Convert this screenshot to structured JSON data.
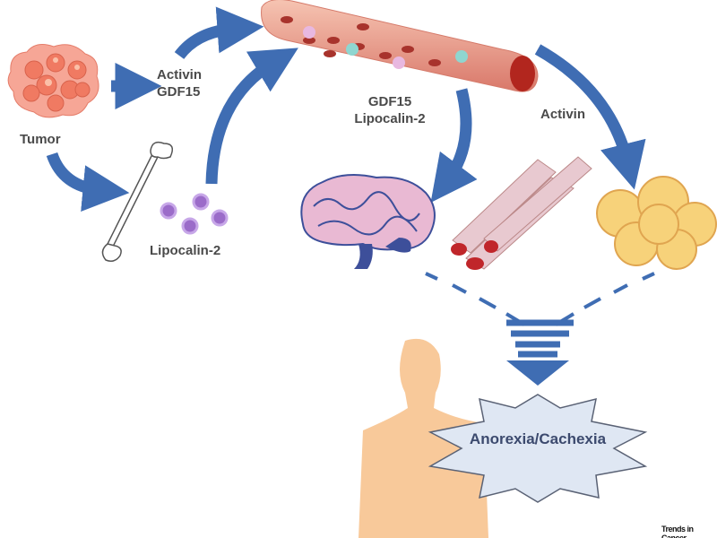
{
  "labels": {
    "tumor": "Tumor",
    "activin_gdf15": [
      "Activin",
      "GDF15"
    ],
    "lipocalin_bone": "Lipocalin-2",
    "gdf15_lipocalin": [
      "GDF15",
      "Lipocalin-2"
    ],
    "activin_right": "Activin",
    "outcome": "Anorexia/Cachexia",
    "journal": "Trends in Cancer"
  },
  "colors": {
    "arrow": "#3f6db3",
    "tumor": "#f08a78",
    "vessel": "#e9a08c",
    "blood_cell": "#a8332c",
    "lipocalin": "#9b6cc9",
    "brain": "#e9b9d3",
    "muscle": "#e8c9d0",
    "fat": "#f7d27a",
    "human": "#f8c99a",
    "burst": "#dfe7f3"
  }
}
